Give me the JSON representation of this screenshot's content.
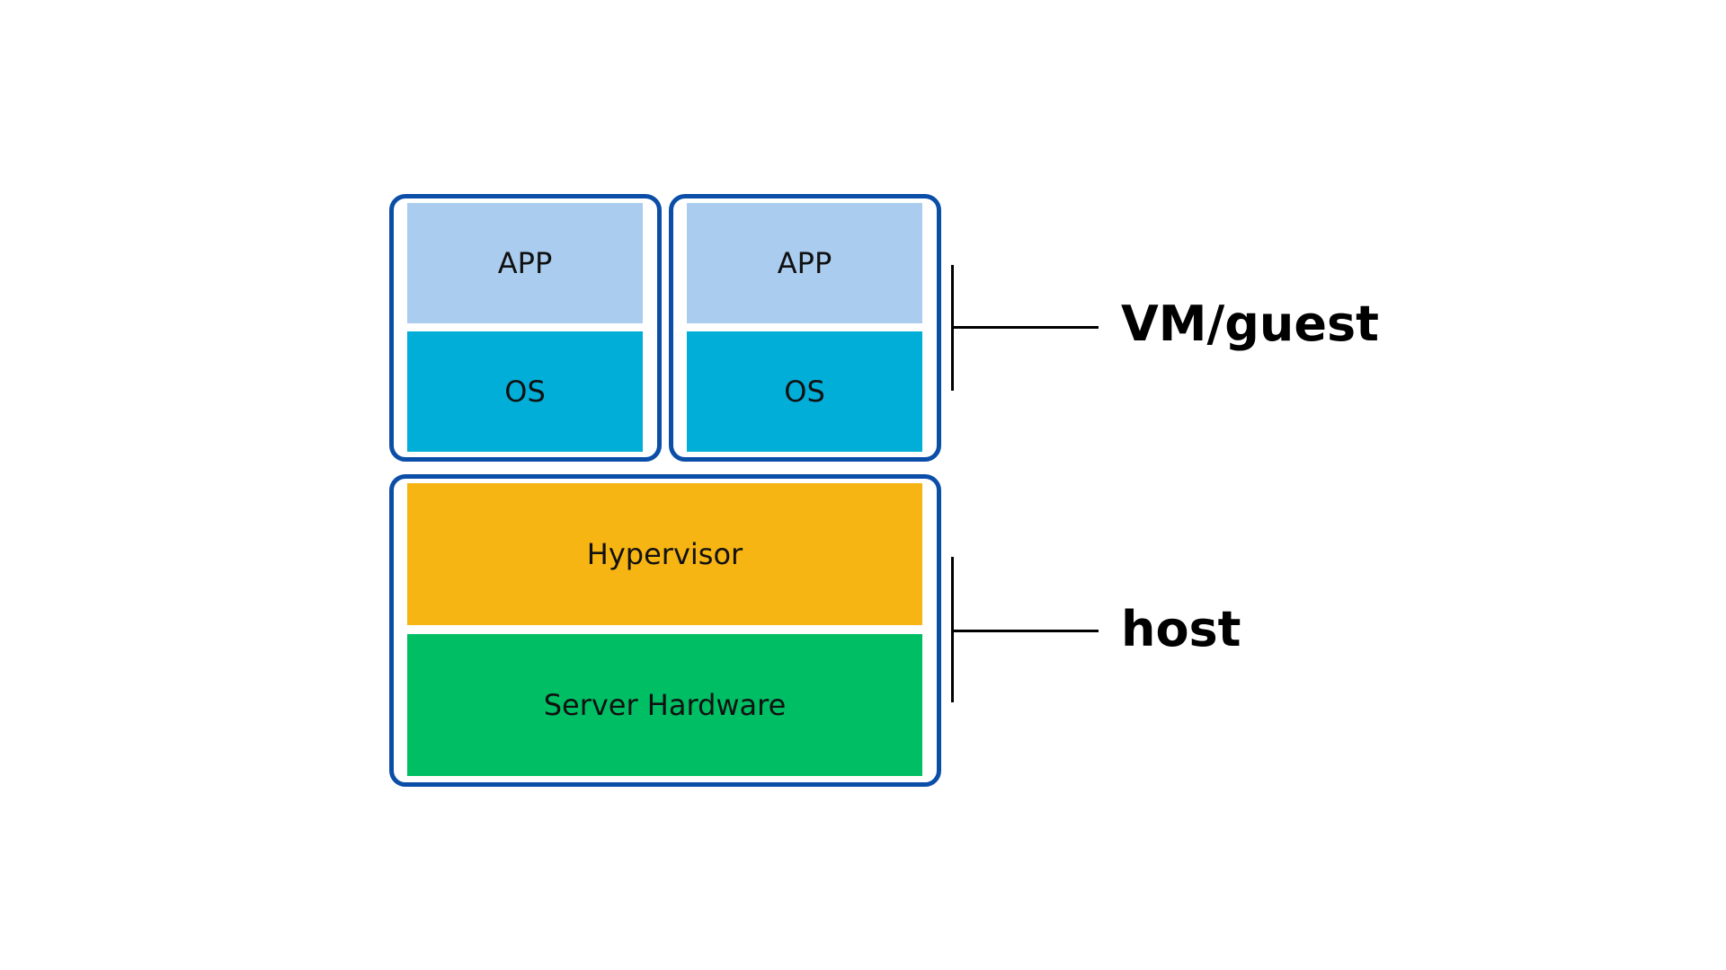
{
  "colors": {
    "frame_border": "#0b4ea8",
    "app": "#aacdef",
    "os": "#00aed8",
    "hypervisor": "#f7b514",
    "hardware": "#00be63"
  },
  "vm1": {
    "app_label": "APP",
    "os_label": "OS"
  },
  "vm2": {
    "app_label": "APP",
    "os_label": "OS"
  },
  "host": {
    "hypervisor_label": "Hypervisor",
    "hardware_label": "Server Hardware"
  },
  "labels": {
    "vm_guest": "VM/guest",
    "host": "host"
  }
}
